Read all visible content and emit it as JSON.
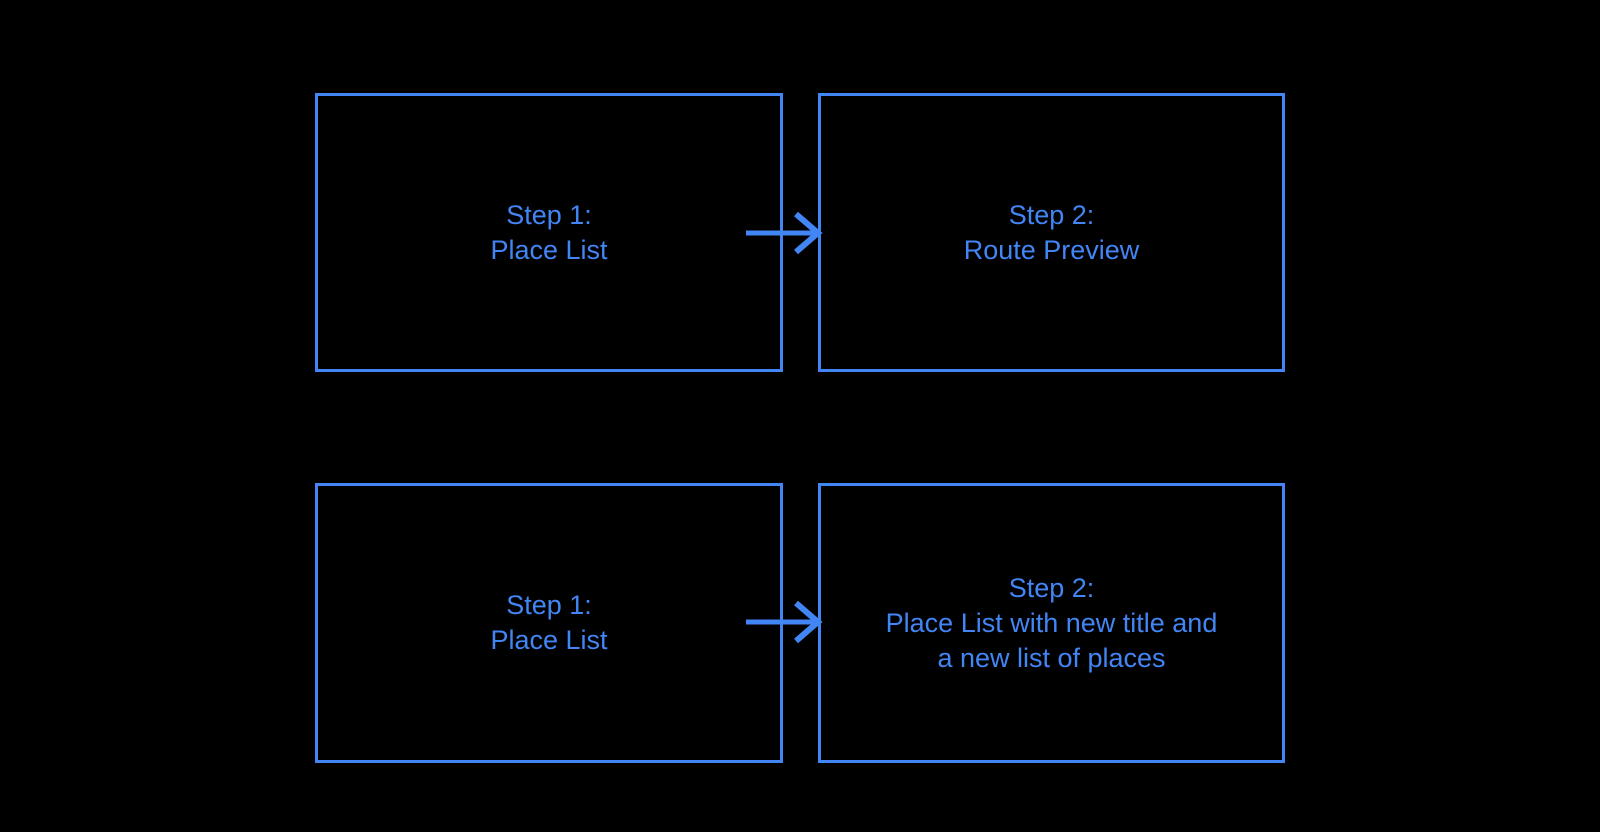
{
  "diagram": {
    "background_color": "#000000",
    "accent_color": "#4285f4",
    "flows": [
      {
        "source": {
          "lines": [
            "Step 1:",
            "Place List"
          ]
        },
        "connector": "right-arrow",
        "target": {
          "lines": [
            "Step 2:",
            "Route Preview"
          ]
        }
      },
      {
        "source": {
          "lines": [
            "Step 1:",
            "Place List"
          ]
        },
        "connector": "right-arrow",
        "target": {
          "lines": [
            "Step 2:",
            "Place List with new title and",
            "a new list of places"
          ]
        }
      }
    ]
  }
}
